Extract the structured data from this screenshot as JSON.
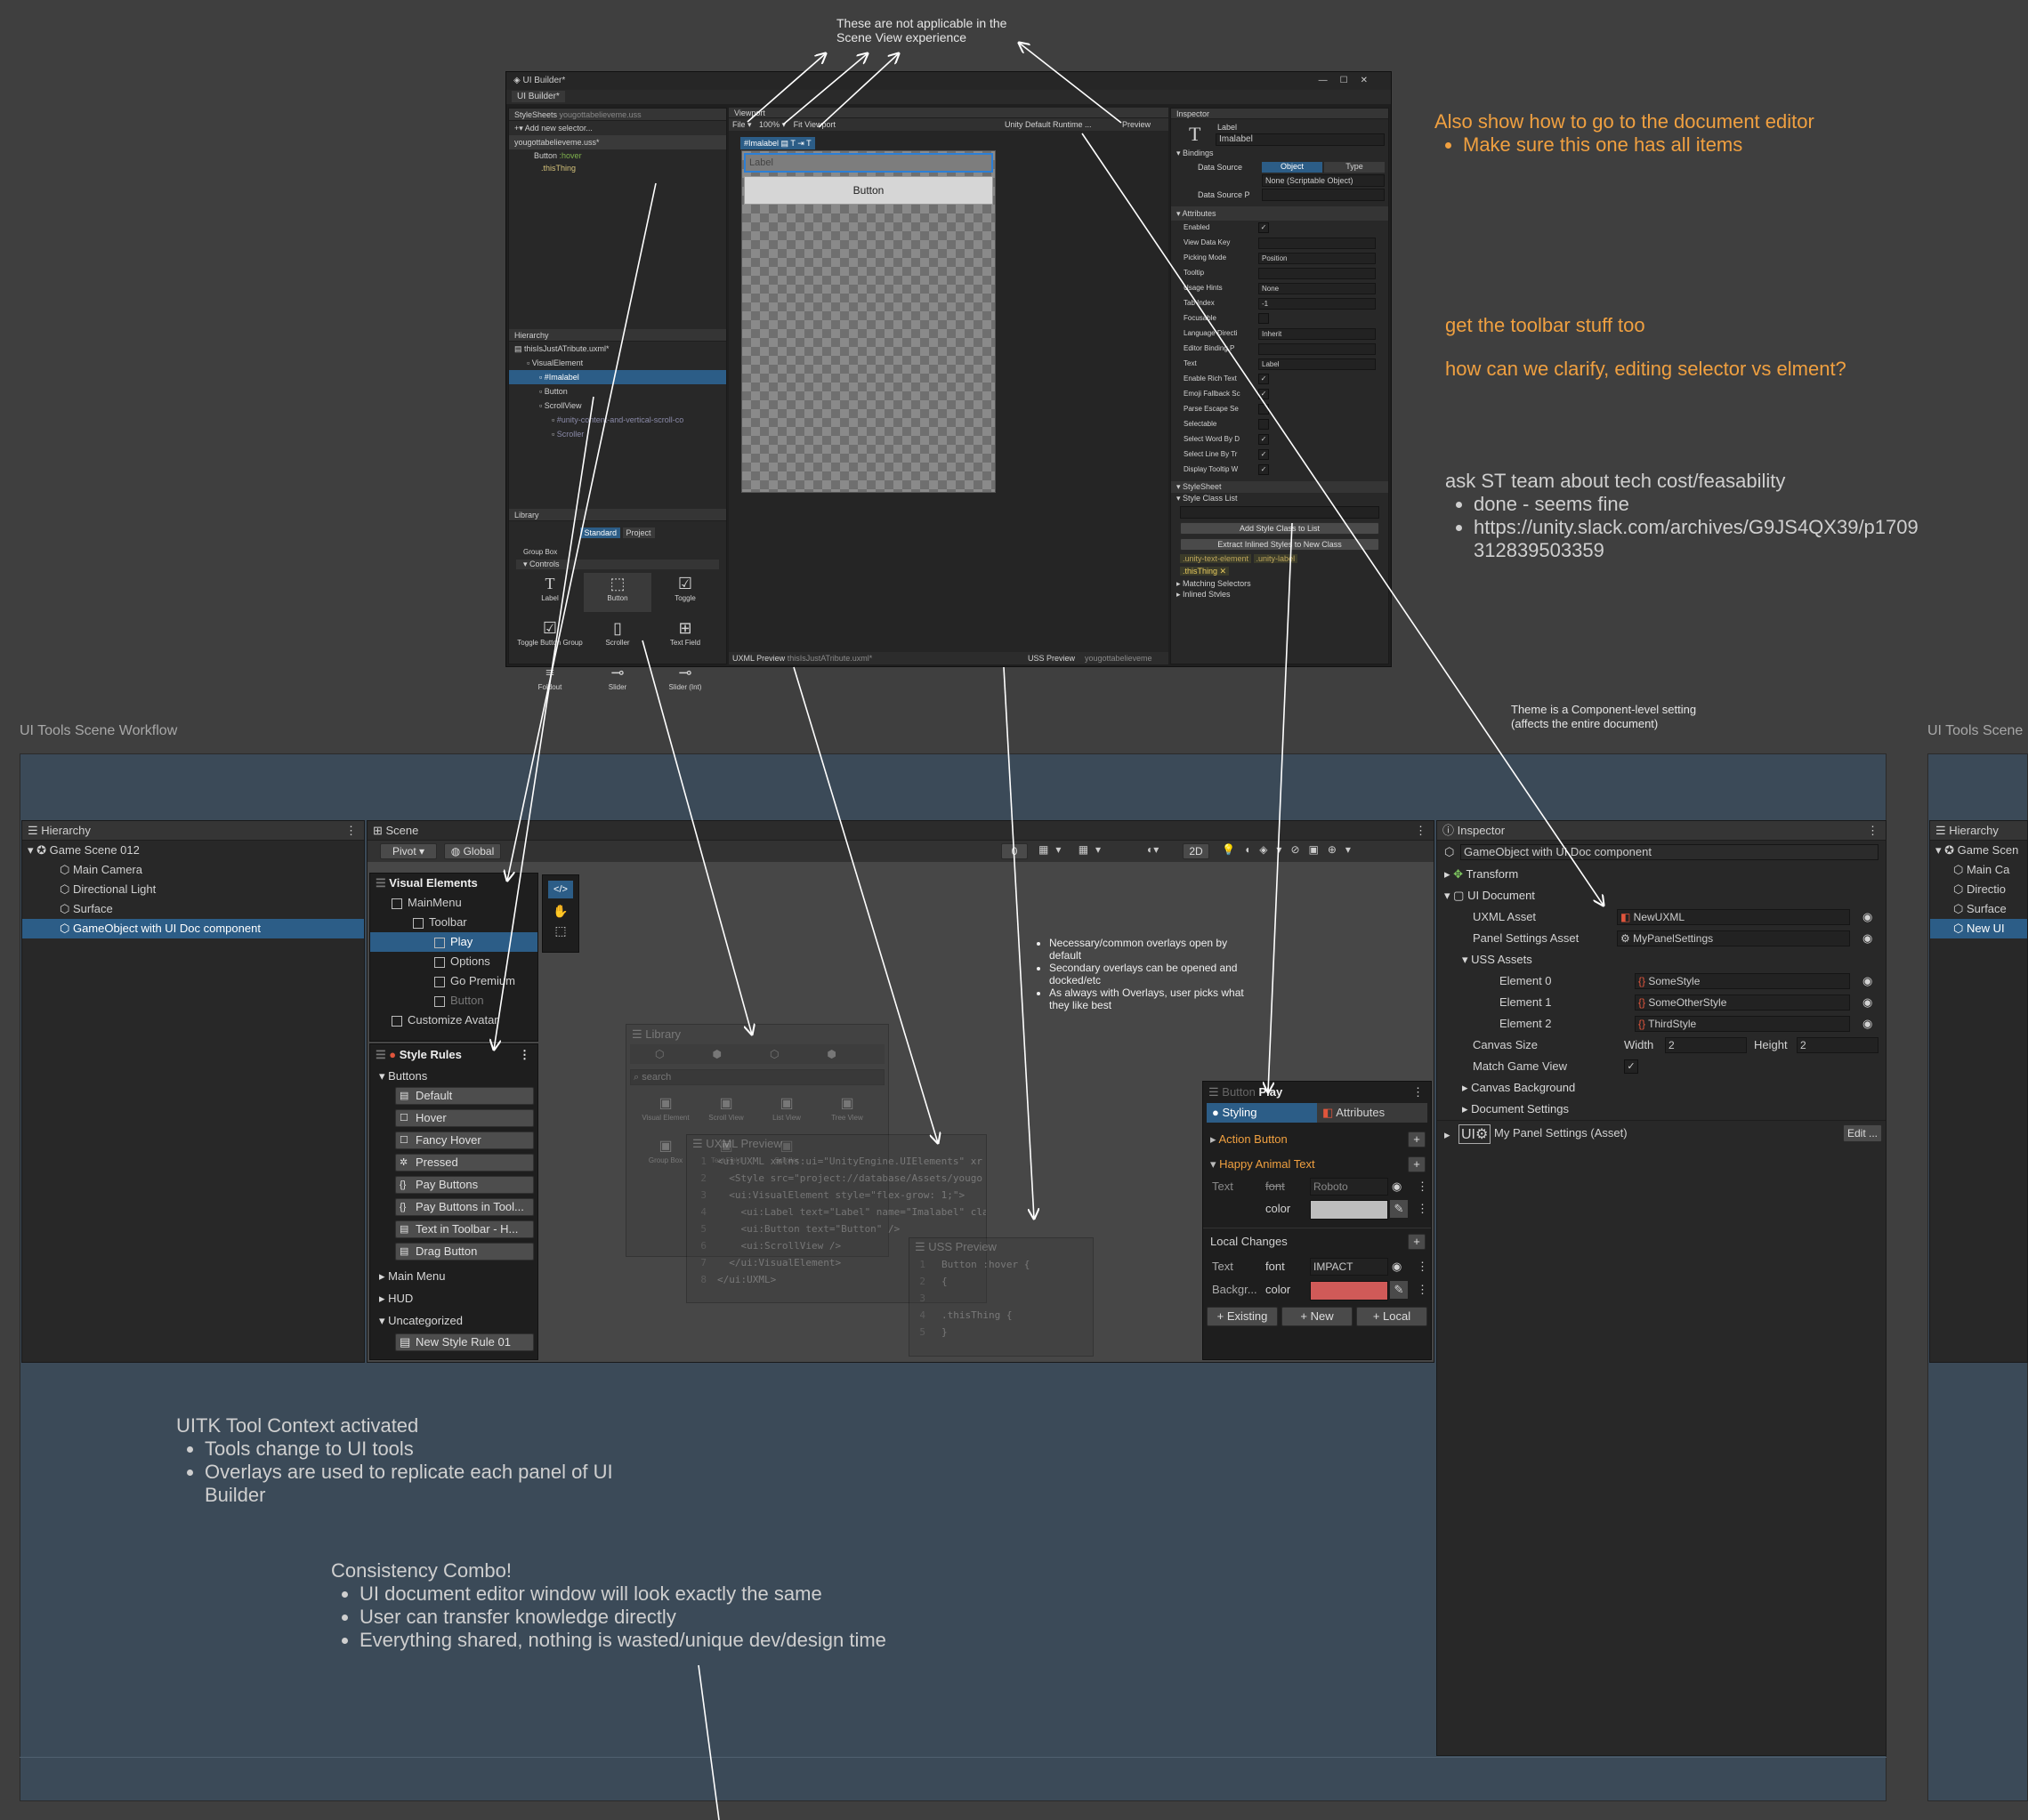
{
  "notes": {
    "scene_note": "These are not applicable in the Scene View experience",
    "doc_editor": "Also show how to go to the document editor",
    "doc_editor_bullet": "Make sure this one has all items",
    "toolbar": "get the toolbar stuff too",
    "clarify": "how can we clarify, editing selector vs elment?",
    "ask_team": "ask ST team about tech cost/feasability",
    "ask_bullets": [
      "done - seems fine",
      "https://unity.slack.com/archives/G9JS4QX39/p1709312839503359"
    ],
    "theme": "Theme is a Component-level setting (affects the entire document)",
    "overlays_bullets": [
      "Necessary/common overlays open by default",
      "Secondary overlays can be opened and docked/etc",
      "As always with Overlays, user picks what they like best"
    ],
    "uitk_title": "UITK Tool Context activated",
    "uitk_bullets": [
      "Tools change to UI tools",
      "Overlays are used to replicate each panel of UI Builder"
    ],
    "combo_title": "Consistency Combo!",
    "combo_bullets": [
      "UI document editor window will look exactly the same",
      "User can transfer knowledge directly",
      "Everything shared, nothing is wasted/unique dev/design time"
    ]
  },
  "section_title": "UI Tools Scene Workflow",
  "section_title_right": "UI Tools Scene",
  "builder": {
    "window_title": "UI Builder*",
    "tab": "UI Builder*",
    "stylesheets_label": "StyleSheets",
    "stylesheets_file": "yougottabelieveme.uss",
    "add_selector": "Add new selector...",
    "uss_file": "yougottabelieveme.uss*",
    "rules": [
      {
        "name": "Button",
        "pseudo": ":hover"
      },
      {
        "name": ".thisThing",
        "pseudo": ""
      }
    ],
    "hierarchy_label": "Hierarchy",
    "hierarchy": [
      {
        "text": "thisIsJustATribute.uxml*",
        "indent": 0
      },
      {
        "text": "VisualElement",
        "indent": 1
      },
      {
        "text": "#Imalabel",
        "indent": 2,
        "selected": true
      },
      {
        "text": "Button",
        "indent": 2
      },
      {
        "text": "ScrollView",
        "indent": 2
      },
      {
        "text": "#unity-content-and-vertical-scroll-co",
        "indent": 3
      },
      {
        "text": "Scroller",
        "indent": 3
      }
    ],
    "library_label": "Library",
    "library_tabs": [
      "Standard",
      "Project"
    ],
    "library_group": "Group Box",
    "library_controls": "Controls",
    "library_items": [
      "Label",
      "Button",
      "Toggle",
      "Toggle Button Group",
      "Scroller",
      "Text Field",
      "Foldout",
      "Slider",
      "Slider (Int)"
    ],
    "viewport_label": "Viewport",
    "viewport_file": "File",
    "viewport_zoom": "100%",
    "viewport_fit": "Fit Viewport",
    "viewport_theme": "Unity Default Runtime ...",
    "viewport_preview": "Preview",
    "canvas_tag": "#Imalabel",
    "canvas_label": "Label",
    "canvas_button": "Button",
    "uxml_preview": "UXML Preview",
    "uxml_file": "thisIsJustATribute.uxml*",
    "uss_preview": "USS Preview",
    "uss_preview_file": "yougottabelieveme",
    "inspector_label": "Inspector",
    "insp_type": "Label",
    "insp_name": "Imalabel",
    "bindings": "Bindings",
    "data_source": "Data Source",
    "data_source_tabs": [
      "Object",
      "Type"
    ],
    "data_source_value": "None (Scriptable Object)",
    "data_source_path": "Data Source P",
    "attributes": "Attributes",
    "attr_rows": [
      {
        "label": "Enabled",
        "value": "✓",
        "kind": "check"
      },
      {
        "label": "View Data Key",
        "value": "",
        "kind": "field"
      },
      {
        "label": "Picking Mode",
        "value": "Position",
        "kind": "drop"
      },
      {
        "label": "Tooltip",
        "value": "",
        "kind": "field"
      },
      {
        "label": "Usage Hints",
        "value": "None",
        "kind": "drop"
      },
      {
        "label": "Tab Index",
        "value": "-1",
        "kind": "field"
      },
      {
        "label": "Focusable",
        "value": "",
        "kind": "check"
      },
      {
        "label": "Language Directi",
        "value": "Inherit",
        "kind": "drop"
      },
      {
        "label": "Editor Binding P",
        "value": "",
        "kind": "field"
      },
      {
        "label": "Text",
        "value": "Label",
        "kind": "field"
      },
      {
        "label": "Enable Rich Text",
        "value": "✓",
        "kind": "check"
      },
      {
        "label": "Emoji Fallback Sc",
        "value": "✓",
        "kind": "check"
      },
      {
        "label": "Parse Escape Se",
        "value": "",
        "kind": "check"
      },
      {
        "label": "Selectable",
        "value": "",
        "kind": "check"
      },
      {
        "label": "Select Word By D",
        "value": "✓",
        "kind": "check"
      },
      {
        "label": "Select Line By Tr",
        "value": "✓",
        "kind": "check"
      },
      {
        "label": "Display Tooltip W",
        "value": "✓",
        "kind": "check"
      }
    ],
    "stylesheet": "StyleSheet",
    "style_class_list": "Style Class List",
    "add_style_class": "Add Style Class to List",
    "extract_styles": "Extract Inlined Styles to New Class",
    "classes": [
      ".unity-text-element",
      ".unity-label",
      ".thisThing"
    ],
    "matching_selectors": "Matching Selectors",
    "inlined_styles": "Inlined Styles"
  },
  "editor": {
    "hierarchy_label": "Hierarchy",
    "hierarchy_root": "Game Scene 012",
    "hierarchy_items": [
      "Main Camera",
      "Directional Light",
      "Surface",
      "GameObject with UI Doc component"
    ],
    "scene_label": "Scene",
    "pivot": "Pivot",
    "global": "Global",
    "toolbar_num": "0",
    "toolbar_2d": "2D",
    "visual_elements": "Visual Elements",
    "ve_items": [
      {
        "text": "MainMenu",
        "indent": 0
      },
      {
        "text": "Toolbar",
        "indent": 1
      },
      {
        "text": "Play",
        "indent": 2,
        "selected": true
      },
      {
        "text": "Options",
        "indent": 2
      },
      {
        "text": "Go Premium",
        "indent": 2
      },
      {
        "text": "Button",
        "indent": 2,
        "dim": true
      },
      {
        "text": "Customize Avatar",
        "indent": 0
      }
    ],
    "style_rules": "Style Rules",
    "sr_group_buttons": "Buttons",
    "sr_buttons": [
      "Default",
      "Hover",
      "Fancy Hover",
      "Pressed",
      "Pay Buttons",
      "Pay Buttons in Tool...",
      "Text in Toolbar - H...",
      "Drag Button"
    ],
    "sr_groups": [
      "Main Menu",
      "HUD",
      "Uncategorized"
    ],
    "sr_new": "New Style Rule 01",
    "library": "Library",
    "library_search": "search",
    "library_items": [
      "Visual Element",
      "Scroll View",
      "List View",
      "Tree View",
      "Group Box",
      "Text Field",
      "Scroller"
    ],
    "uxml_preview": "UXML Preview",
    "uxml_lines": [
      "<ui:UXML xmlns:ui=\"UnityEngine.UIElements\" xr",
      "  <Style src=\"project://database/Assets/yougo",
      "  <ui:VisualElement style=\"flex-grow: 1;\">",
      "    <ui:Label text=\"Label\" name=\"Imalabel\" cla",
      "    <ui:Button text=\"Button\" />",
      "    <ui:ScrollView />",
      "  </ui:VisualElement>",
      "</ui:UXML>"
    ],
    "uss_preview": "USS Preview",
    "uss_lines": [
      "Button :hover {",
      "{",
      "",
      ".thisThing {",
      "}"
    ],
    "play_panel_type": "Button",
    "play_panel_name": "Play",
    "play_tabs": [
      "Styling",
      "Attributes"
    ],
    "action_button": "Action Button",
    "happy_animal": "Happy Animal Text",
    "text_label": "Text",
    "font_label": "font",
    "font_value": "Roboto",
    "color_label": "color",
    "color_swatch": "#bdbdbd",
    "local_changes": "Local Changes",
    "local_font": "IMPACT",
    "background_label": "Backgr...",
    "local_color_swatch": "#d05a58",
    "footer_buttons": [
      "+ Existing",
      "+ New",
      "+ Local"
    ],
    "inspector_label": "Inspector",
    "insp_object": "GameObject with UI Doc component",
    "transform": "Transform",
    "ui_document": "UI Document",
    "uxml_asset_label": "UXML Asset",
    "uxml_asset": "NewUXML",
    "panel_settings_label": "Panel Settings Asset",
    "panel_settings": "MyPanelSettings",
    "uss_assets": "USS Assets",
    "uss_elements": [
      {
        "label": "Element 0",
        "value": "SomeStyle"
      },
      {
        "label": "Element 1",
        "value": "SomeOtherStyle"
      },
      {
        "label": "Element 2",
        "value": "ThirdStyle"
      }
    ],
    "canvas_size": "Canvas Size",
    "width_label": "Width",
    "width": "2",
    "height_label": "Height",
    "height": "2",
    "match_game_view": "Match Game View",
    "canvas_background": "Canvas Background",
    "document_settings": "Document Settings",
    "panel_settings_asset": "My Panel Settings (Asset)",
    "edit_btn": "Edit ...",
    "right_hierarchy": "Hierarchy",
    "right_root": "Game Scen",
    "right_items": [
      "Main Ca",
      "Directio",
      "Surface",
      "New UI"
    ]
  }
}
